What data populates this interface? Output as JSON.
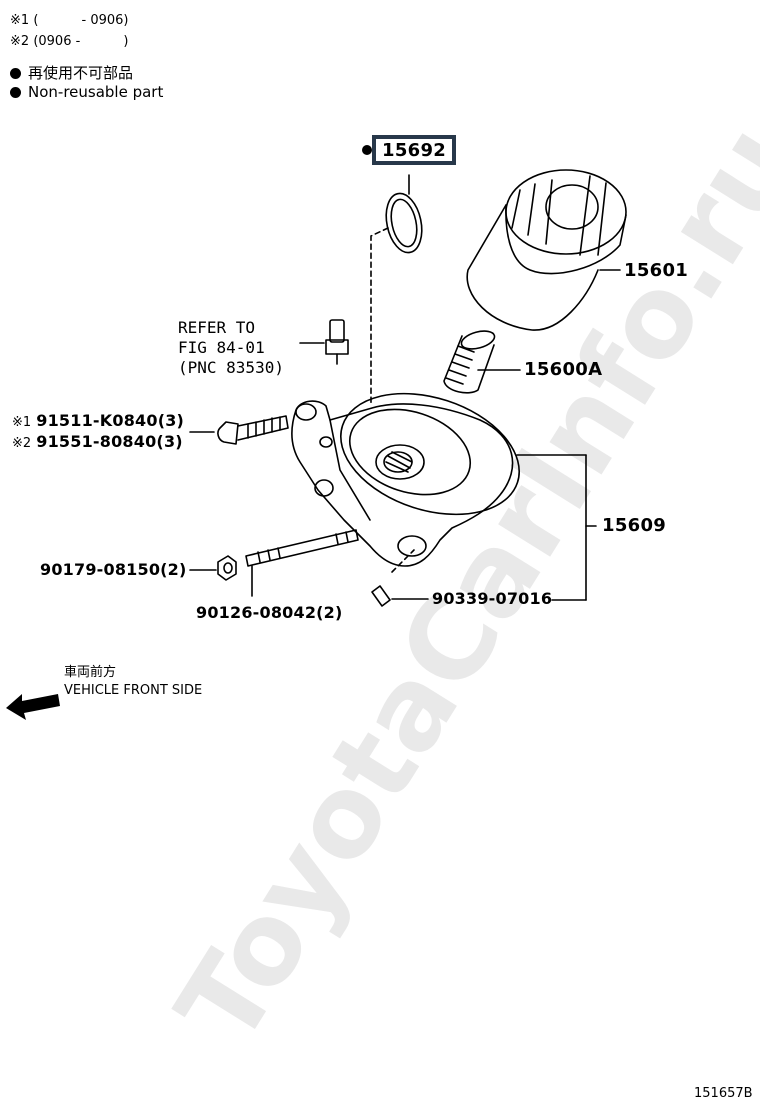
{
  "notes": [
    {
      "mark": "※1",
      "text": "(　　　 - 0906)"
    },
    {
      "mark": "※2",
      "text": "(0906 - 　　　)"
    }
  ],
  "legend": {
    "jp": "再使用不可部品",
    "en": "Non-reusable part"
  },
  "parts": {
    "p15692": "15692",
    "p15601": "15601",
    "p15600a": "15600A",
    "p15609": "15609",
    "p90339": "90339-07016",
    "p90179": "90179-08150(2)",
    "p90126": "90126-08042(2)",
    "p91511": "91511-K0840(3)",
    "p91551": "91551-80840(3)"
  },
  "refer": {
    "line1": "REFER TO",
    "line2": "FIG 84-01",
    "line3": "(PNC 83530)"
  },
  "direction": {
    "jp": "車両前方",
    "en": "VEHICLE FRONT SIDE"
  },
  "figure_id": "151657B",
  "watermark": "ToyotaCarInfo.ru",
  "colors": {
    "highlight_border": "#28384a",
    "ink": "#000000"
  }
}
